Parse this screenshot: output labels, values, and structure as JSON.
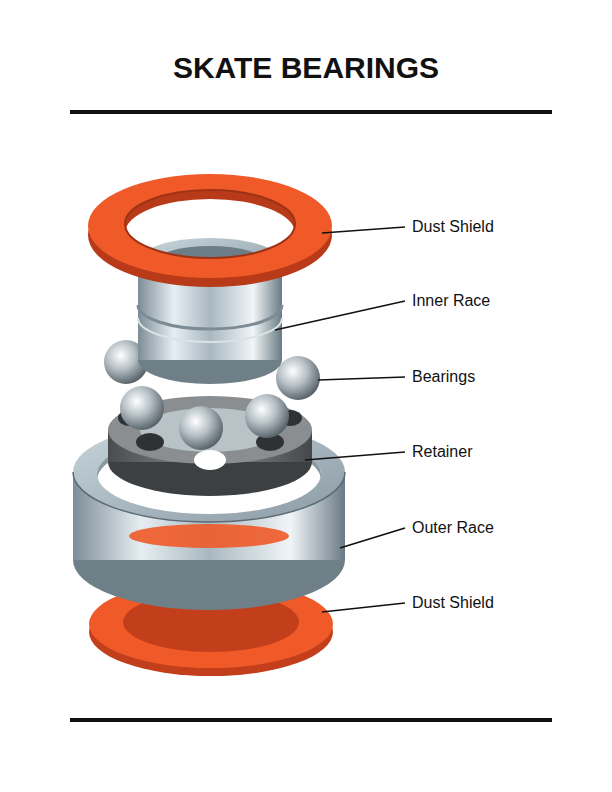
{
  "diagram": {
    "title": "SKATE BEARINGS",
    "labels": [
      "Dust Shield",
      "Inner Race",
      "Bearings",
      "Retainer",
      "Outer Race",
      "Dust Shield"
    ]
  }
}
